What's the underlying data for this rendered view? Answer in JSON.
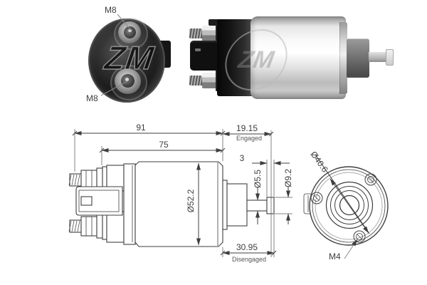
{
  "brand": {
    "watermark_text": "ZM"
  },
  "photo_view": {
    "label_top": "M8",
    "label_bottom": "M8"
  },
  "side_drawing": {
    "overall_length": "91",
    "body_length": "75",
    "engaged_travel": "19.15",
    "engaged_label": "Engaged",
    "pin_width": "3",
    "rod_diameter": "Ø5.5",
    "pin_diameter": "Ø9.2",
    "body_diameter": "Ø52.2",
    "disengaged_travel": "30.95",
    "disengaged_label": "Disengaged"
  },
  "front_view": {
    "bolt_circle_diameter": "Ø40.6",
    "mount_thread": "M4"
  },
  "colors": {
    "line": "#3f3f3f",
    "chrome_highlight": "#fafafa",
    "black_body": "#101010"
  }
}
